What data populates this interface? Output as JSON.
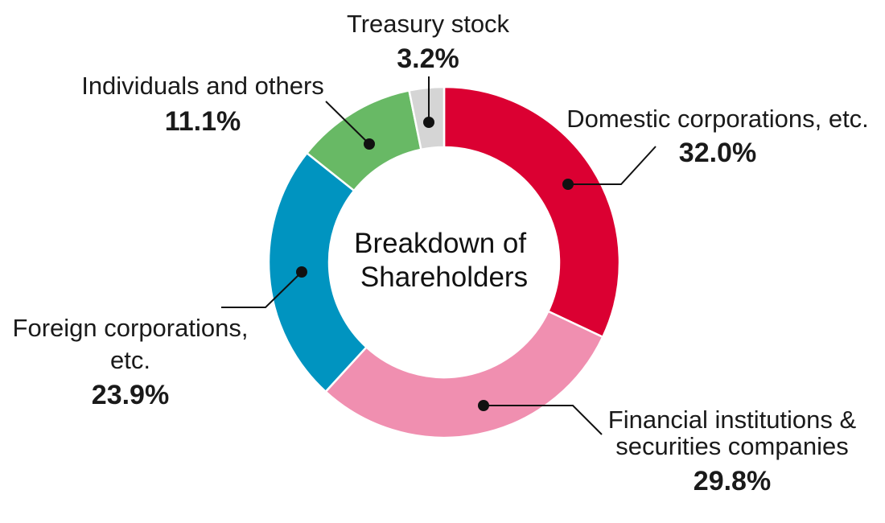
{
  "chart_data": {
    "type": "pie",
    "title": "Breakdown of Shareholders",
    "title_lines": [
      "Breakdown of",
      "Shareholders"
    ],
    "donut": true,
    "start": "12 o'clock, clockwise",
    "slices": [
      {
        "key": "domestic",
        "label_lines": [
          "Domestic corporations, etc."
        ],
        "label": "Domestic corporations, etc.",
        "value": 32.0,
        "value_text": "32.0%",
        "color": "#DB0032"
      },
      {
        "key": "financial",
        "label_lines": [
          "Financial institutions &",
          "securities companies"
        ],
        "label": "Financial institutions & securities companies",
        "value": 29.8,
        "value_text": "29.8%",
        "color": "#F08FB0"
      },
      {
        "key": "foreign",
        "label_lines": [
          "Foreign corporations,",
          "etc."
        ],
        "label": "Foreign corporations, etc.",
        "value": 23.9,
        "value_text": "23.9%",
        "color": "#0094C0"
      },
      {
        "key": "individuals",
        "label_lines": [
          "Individuals and others"
        ],
        "label": "Individuals and others",
        "value": 11.1,
        "value_text": "11.1%",
        "color": "#68B965"
      },
      {
        "key": "treasury",
        "label_lines": [
          "Treasury stock"
        ],
        "label": "Treasury stock",
        "value": 3.2,
        "value_text": "3.2%",
        "color": "#D5D5D5"
      }
    ]
  }
}
